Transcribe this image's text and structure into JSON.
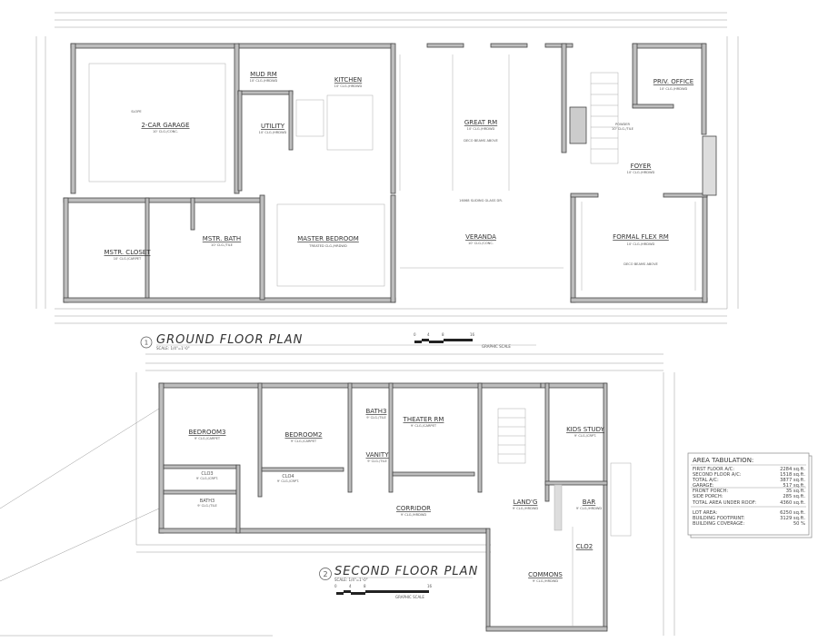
{
  "ground_floor": {
    "title": "GROUND FLOOR PLAN",
    "number": "1",
    "scale": "SCALE: 1/4\"=1'-0\"",
    "graphic_scale": {
      "label": "GRAPHIC SCALE",
      "ticks": [
        "0",
        "4",
        "8",
        "16"
      ]
    },
    "rooms": [
      {
        "name": "2-CAR GARAGE",
        "sub": "10' CLG./CONC."
      },
      {
        "name": "MUD RM",
        "sub": "10' CLG./HRDWD"
      },
      {
        "name": "UTILITY",
        "sub": "10' CLG./HRDWD"
      },
      {
        "name": "KITCHEN",
        "sub": "10' CLG./HRDWD"
      },
      {
        "name": "GREAT RM",
        "sub": "10' CLG./HRDWD"
      },
      {
        "name": "PRIV. OFFICE",
        "sub": "10' CLG./HRDWD"
      },
      {
        "name": "FOYER",
        "sub": "10' CLG./HRDWD"
      },
      {
        "name": "MSTR. CLOSET",
        "sub": "10' CLG./CARPET"
      },
      {
        "name": "MSTR. BATH",
        "sub": "10' CLG./TILE"
      },
      {
        "name": "MASTER BEDROOM",
        "sub": "TREATED CLG./HRDWD"
      },
      {
        "name": "VERANDA",
        "sub": "10' CLG./CONC."
      },
      {
        "name": "FORMAL FLEX RM",
        "sub": "10' CLG./HRDWD"
      },
      {
        "name": "POWDER",
        "sub": "10' CLG./TILE"
      }
    ],
    "notes": [
      "DECO BEAMS ABOVE",
      "16068 SLIDING GLASS DR.",
      "DECO BEAMS ABOVE",
      "SLOPE"
    ]
  },
  "second_floor": {
    "title": "SECOND FLOOR PLAN",
    "number": "2",
    "scale": "SCALE: 1/4\"=1'-0\"",
    "graphic_scale": {
      "label": "GRAPHIC SCALE",
      "ticks": [
        "0",
        "4",
        "8",
        "16"
      ]
    },
    "rooms": [
      {
        "name": "BEDROOM3",
        "sub": "9' CLG./CARPET"
      },
      {
        "name": "BEDROOM2",
        "sub": "9' CLG./CARPET"
      },
      {
        "name": "BATH3",
        "sub": "9' CLG./TILE"
      },
      {
        "name": "VANITY",
        "sub": "9' CLG./TILE"
      },
      {
        "name": "THEATER RM",
        "sub": "9' CLG./CARPET"
      },
      {
        "name": "KIDS STUDY",
        "sub": "9' CLG./CRPT."
      },
      {
        "name": "LAND'G",
        "sub": "9' CLG./HRDWD"
      },
      {
        "name": "BAR",
        "sub": "9' CLG./HRDWD"
      },
      {
        "name": "CLO2",
        "sub": ""
      },
      {
        "name": "CORRIDOR",
        "sub": "9' CLG./HRDWD"
      },
      {
        "name": "COMMONS",
        "sub": "9' CLG./HRDWD"
      },
      {
        "name": "BATH3",
        "sub": "9' CLG./TILE"
      },
      {
        "name": "CLO3",
        "sub": "9' CLG./CRPT."
      },
      {
        "name": "CLO4",
        "sub": "9' CLG./CRPT."
      }
    ]
  },
  "area_tabulation": {
    "title": "AREA TABULATION:",
    "rows": [
      {
        "label": "FIRST FLOOR A/C:",
        "value": "2284 sq.ft."
      },
      {
        "label": "SECOND FLOOR A/C:",
        "value": "1518 sq.ft."
      },
      {
        "label": "TOTAL A/C:",
        "value": "3877 sq.ft."
      },
      {
        "label": "GARAGE:",
        "value": "517 sq.ft."
      },
      {
        "label": "FRONT PORCH:",
        "value": "35 sq.ft."
      },
      {
        "label": "SIDE PORCH:",
        "value": "285 sq.ft."
      },
      {
        "label": "TOTAL AREA UNDER ROOF:",
        "value": "4360 sq.ft."
      },
      {
        "label": "LOT AREA:",
        "value": "6250 sq.ft."
      },
      {
        "label": "BUILDING FOOTPRINT:",
        "value": "3129 sq.ft."
      },
      {
        "label": "BUILDING COVERAGE:",
        "value": "50 %"
      }
    ]
  }
}
